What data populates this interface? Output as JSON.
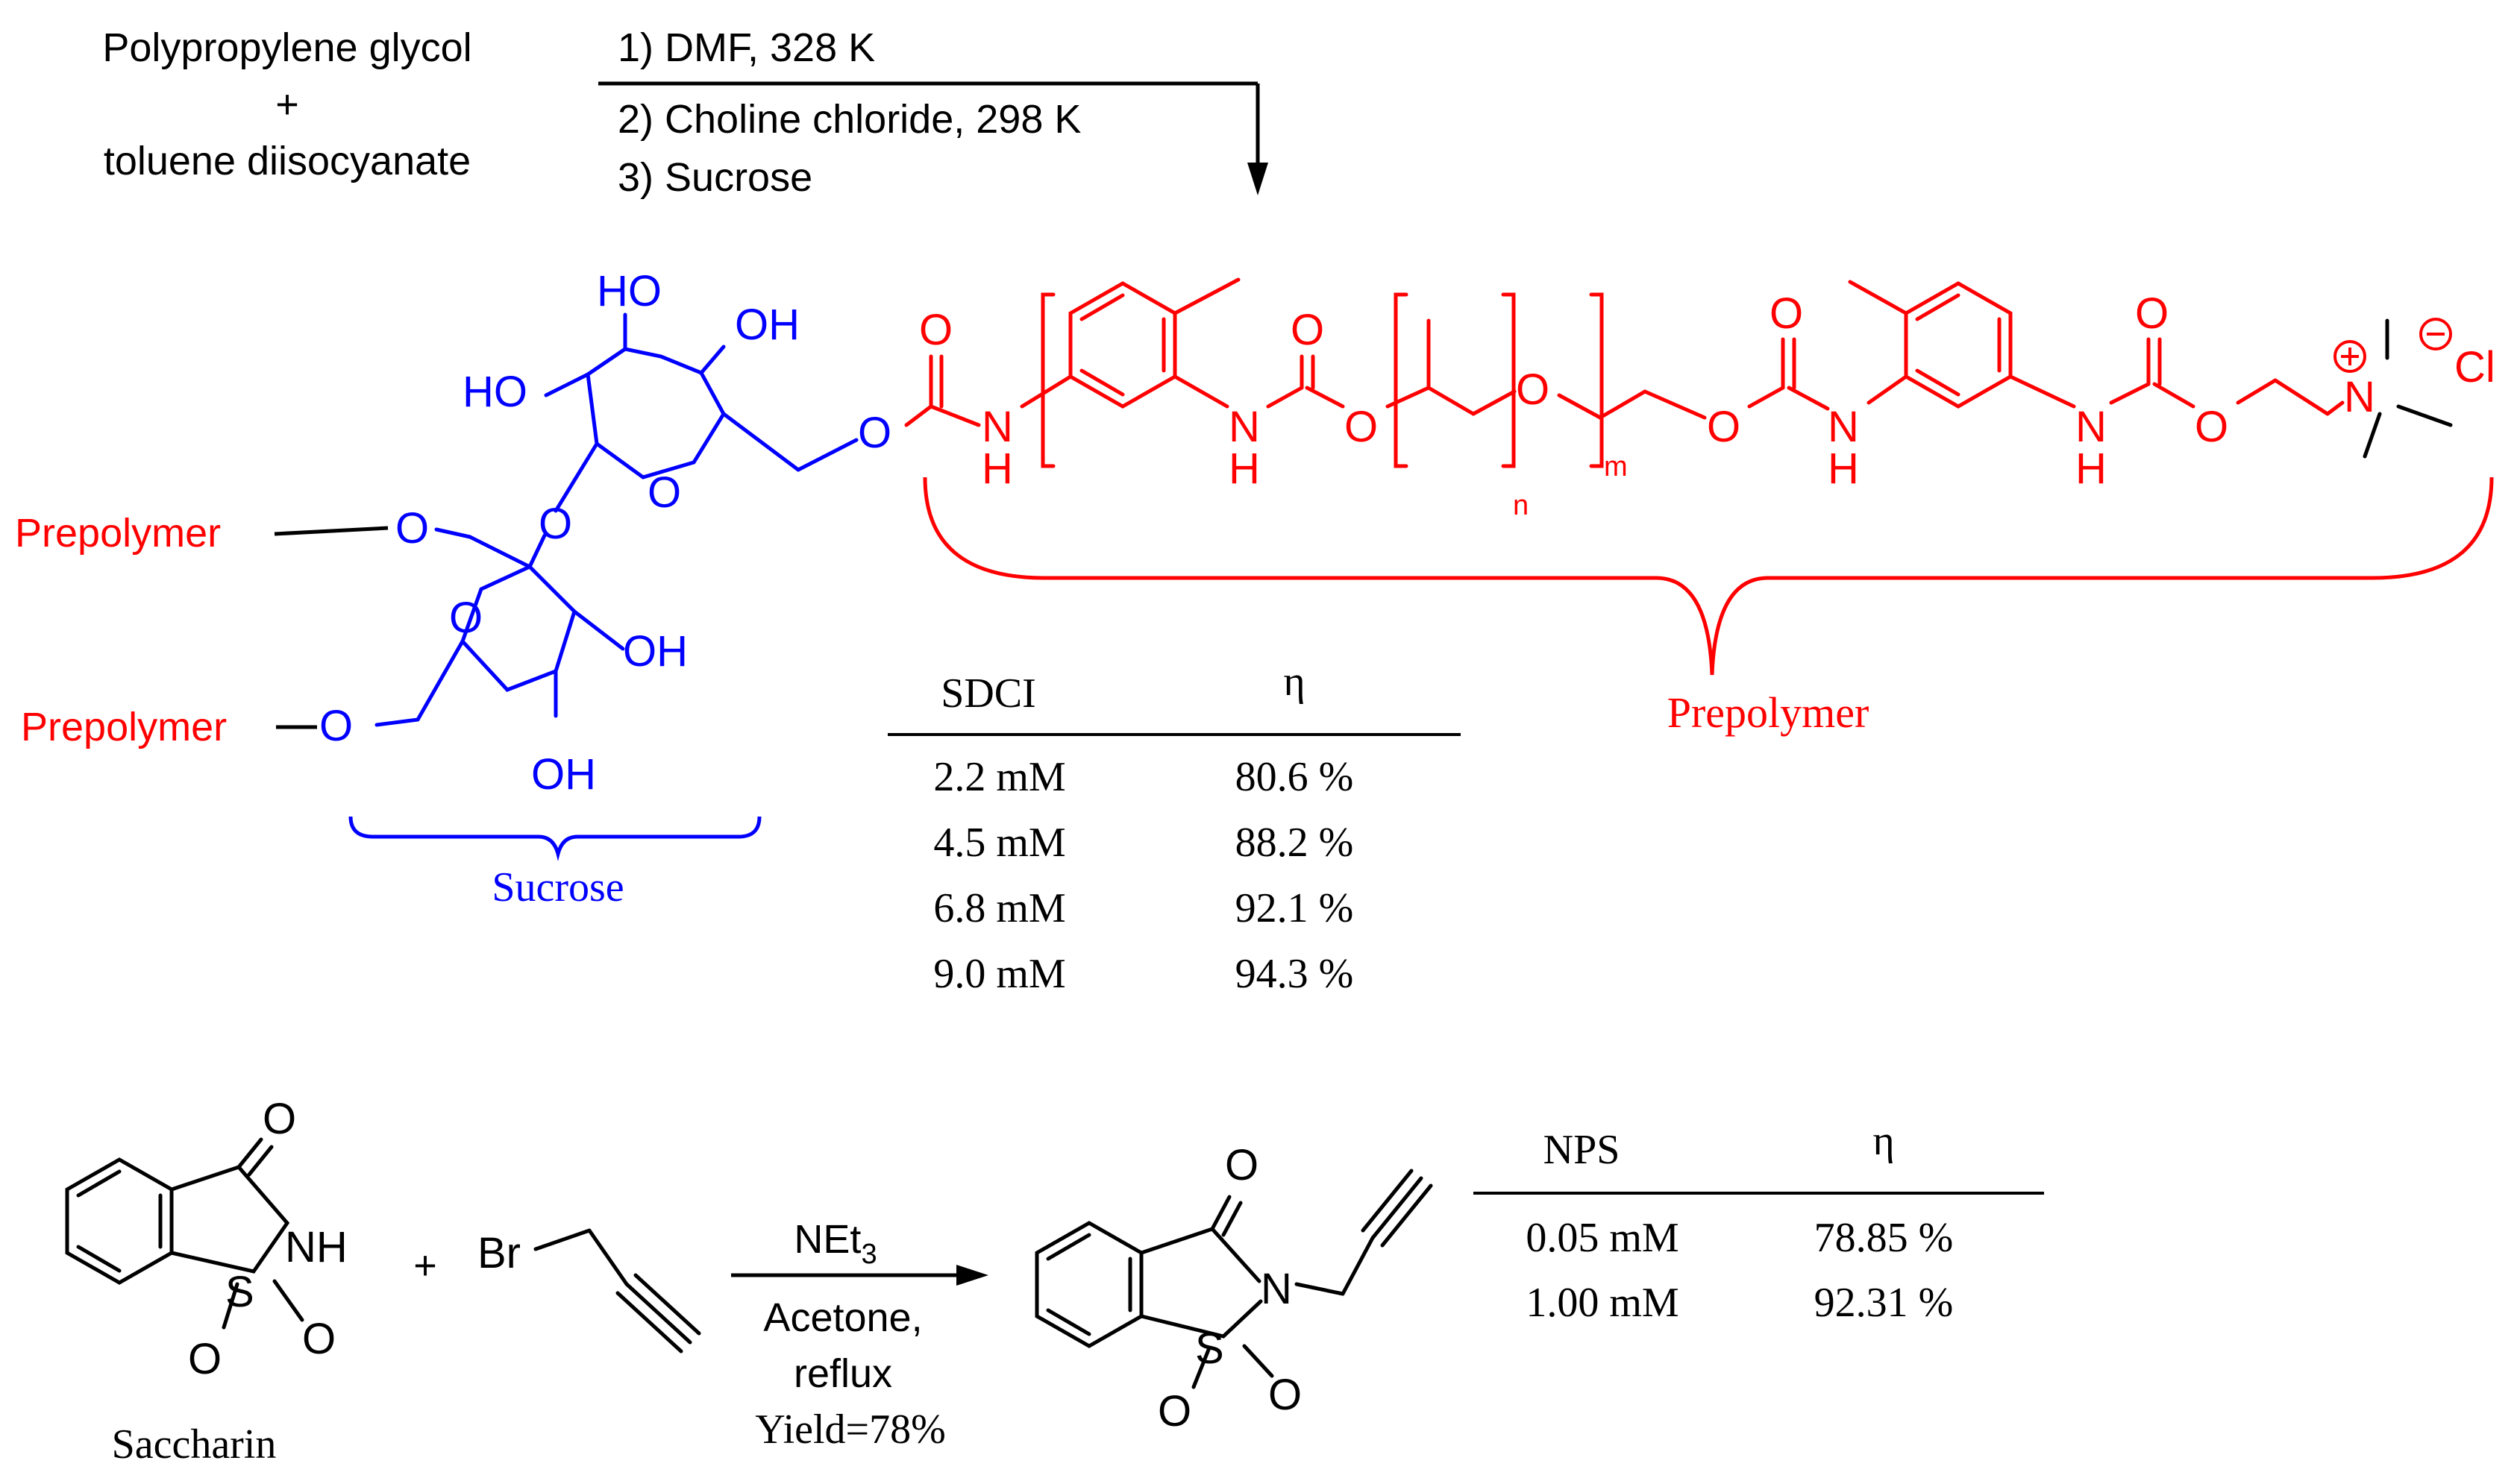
{
  "reaction1": {
    "reactant_line1": "Polypropylene glycol",
    "plus": "+",
    "reactant_line2": "toluene diisocyanate",
    "step1": "1) DMF, 328 K",
    "step2": "2) Choline chloride, 298 K",
    "step3": "3) Sucrose"
  },
  "structure1": {
    "prepolymer_label_1": "Prepolymer",
    "prepolymer_label_2": "Prepolymer",
    "prepolymer_brace_label": "Prepolymer",
    "sucrose_brace_label": "Sucrose",
    "subscript_n": "n",
    "subscript_m": "m",
    "colors": {
      "sucrose": "#0000ff",
      "prepolymer": "#ff0000",
      "neutral": "#000000"
    }
  },
  "table1": {
    "col1_header": "SDCI",
    "col2_header": "η",
    "rows": [
      {
        "conc": "2.2 mM",
        "eta": "80.6 %"
      },
      {
        "conc": "4.5 mM",
        "eta": "88.2 %"
      },
      {
        "conc": "6.8 mM",
        "eta": "92.1 %"
      },
      {
        "conc": "9.0 mM",
        "eta": "94.3 %"
      }
    ]
  },
  "reaction2": {
    "saccharin_label": "Saccharin",
    "plus": "+",
    "reagent": "NEt",
    "reagent_sub": "3",
    "conditions_line1": "Acetone,",
    "conditions_line2": "reflux",
    "yield": "Yield=78%"
  },
  "table2": {
    "col1_header": "NPS",
    "col2_header": "η",
    "rows": [
      {
        "conc": "0.05 mM",
        "eta": "78.85 %"
      },
      {
        "conc": "1.00 mM",
        "eta": "92.31 %"
      }
    ]
  }
}
